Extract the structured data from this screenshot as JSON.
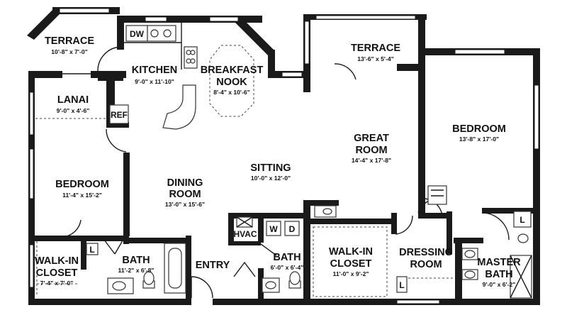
{
  "rooms": {
    "terrace_left": {
      "name": "TERRACE",
      "dims": "10'-8\" x 7'-0\""
    },
    "kitchen": {
      "name": "KITCHEN",
      "dims": "9'-0\" x 11'-10\""
    },
    "breakfast_nook": {
      "name1": "BREAKFAST",
      "name2": "NOOK",
      "dims": "8'-4\" x 10'-6\""
    },
    "terrace_right": {
      "name": "TERRACE",
      "dims": "13'-6\" x 5'-4\""
    },
    "lanai": {
      "name": "LANAI",
      "dims": "9'-0\" x 4'-6\""
    },
    "great_room": {
      "name1": "GREAT",
      "name2": "ROOM",
      "dims": "14'-4\" x 17'-8\""
    },
    "bedroom_right": {
      "name": "BEDROOM",
      "dims": "13'-8\" x 17'-0\""
    },
    "sitting": {
      "name": "SITTING",
      "dims": "10'-0\" x 12'-0\""
    },
    "bedroom_left": {
      "name": "BEDROOM",
      "dims": "11'-4\" x 15'-2\""
    },
    "dining_room": {
      "name1": "DINING",
      "name2": "ROOM",
      "dims": "13'-0\" x 15'-6\""
    },
    "walkin_closet_left": {
      "name1": "WALK-IN",
      "name2": "CLOSET",
      "dims": "7'-4\" x 7'-0\""
    },
    "bath_left": {
      "name": "BATH",
      "dims": "11'-2\" x 6'-8\""
    },
    "entry": {
      "name": "ENTRY"
    },
    "bath_center": {
      "name": "BATH",
      "dims": "6'-0\" x 6'-4\""
    },
    "walkin_closet_center": {
      "name1": "WALK-IN",
      "name2": "CLOSET",
      "dims": "11'-0\" x 9'-2\""
    },
    "dressing_room": {
      "name1": "DRESSING",
      "name2": "ROOM"
    },
    "master_bath": {
      "name1": "MASTER",
      "name2": "BATH",
      "dims": "9'-0\" x 6'-2\""
    }
  },
  "fixtures": {
    "dw": "DW",
    "ref": "REF",
    "hvac": "HVAC",
    "washer": "W",
    "dryer": "D",
    "linen_left": "L",
    "linen_dressing": "L",
    "linen_master": "L"
  }
}
